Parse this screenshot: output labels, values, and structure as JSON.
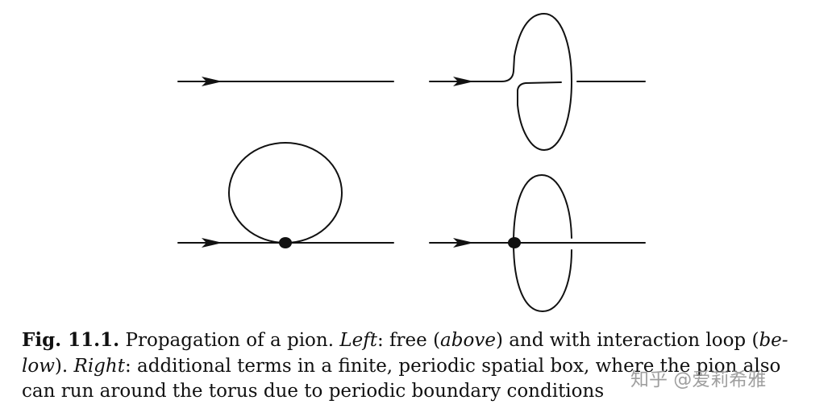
{
  "caption": {
    "fig_label": "Fig. 11.1.",
    "t1": " Propagation of a pion. ",
    "left_label": "Left",
    "t2": ": free (",
    "above": "above",
    "t3": ") and with interaction loop (",
    "be": "be-",
    "low": "low",
    "t4": "). ",
    "right_label": "Right",
    "t5": ": additional terms in a finite, periodic spatial box, where the pion also",
    "line3": "can run around the torus due to periodic boundary conditions"
  },
  "watermark": "知乎 @爱莉希雅"
}
